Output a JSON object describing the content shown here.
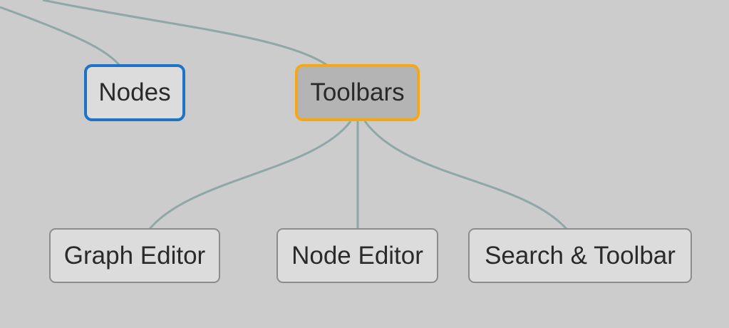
{
  "diagram": {
    "nodes": {
      "nodes": "Nodes",
      "toolbars": "Toolbars",
      "graph_editor": "Graph Editor",
      "node_editor": "Node Editor",
      "search_toolbar": "Search & Toolbar"
    },
    "colors": {
      "background": "#cccccc",
      "edge": "#8fa7a7",
      "selected_border": "#f4a818",
      "selected_fill": "#b4b4b4",
      "highlight_border": "#1e74c4",
      "node_fill": "#dcdcdc",
      "node_border": "#8c8c8c"
    }
  }
}
